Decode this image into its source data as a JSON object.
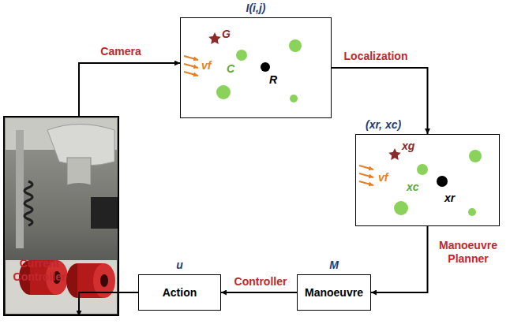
{
  "diagram": {
    "nodes": [
      {
        "text": [
          "I(i,j)",
          "G",
          "vf",
          "C",
          "R"
        ]
      },
      {
        "text": [
          "(xr, xc)",
          "xg",
          "vf",
          "xc",
          "xr"
        ]
      },
      {
        "text": [
          "M",
          "Manoeuvre"
        ]
      },
      {
        "text": [
          "u",
          "Action"
        ]
      }
    ],
    "edges": [
      {
        "from": 0,
        "to": 1,
        "label": "Localization",
        "arrow": "to"
      },
      {
        "from": 1,
        "to": 2,
        "label": "Manoeuvre Planner",
        "arrow": "to"
      },
      {
        "from": 2,
        "to": 3,
        "label": "Controller",
        "arrow": "to"
      }
    ],
    "labels": [
      "Camera",
      "Current Controller"
    ]
  }
}
